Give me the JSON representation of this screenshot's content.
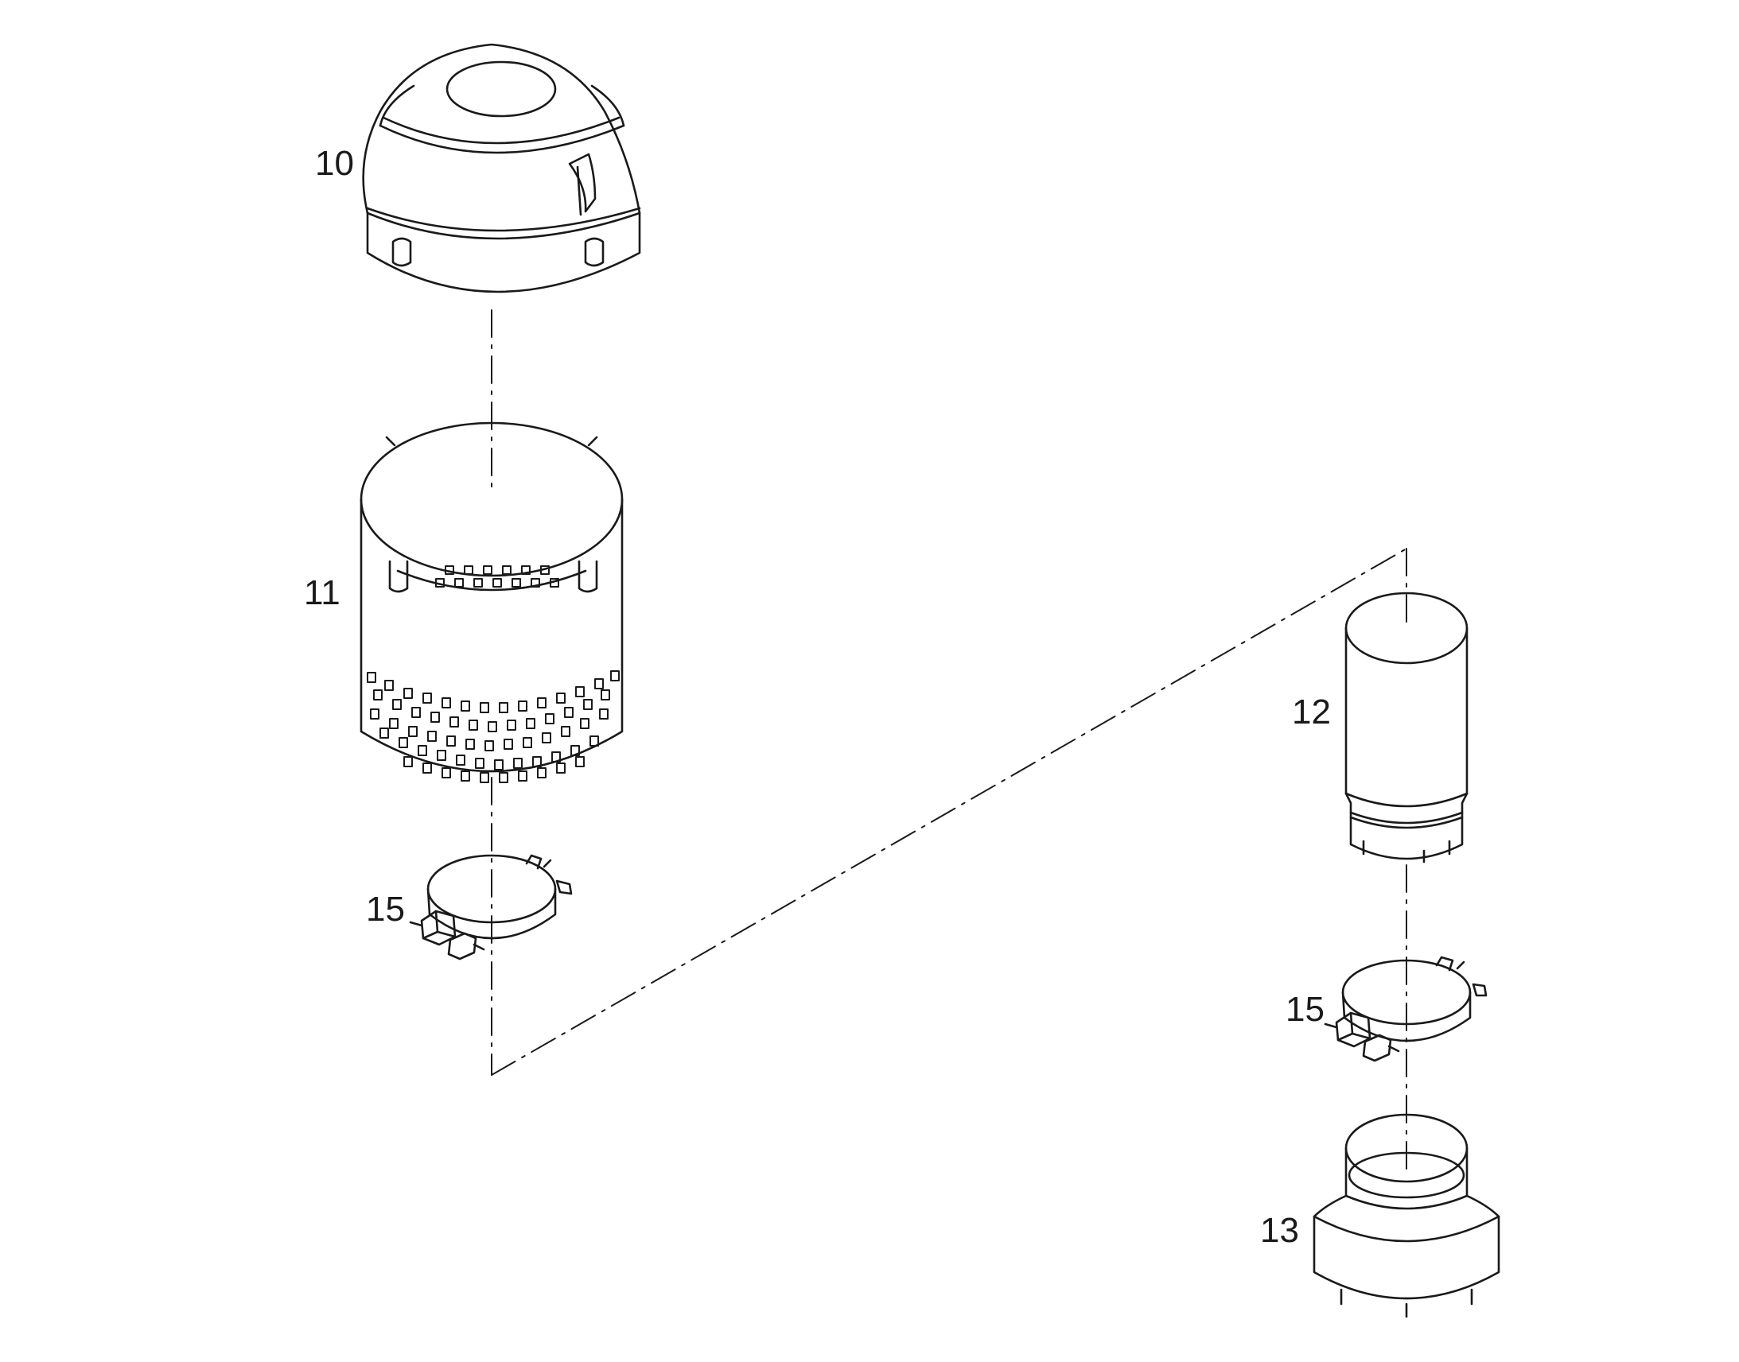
{
  "diagram": {
    "type": "exploded-parts-view",
    "line_color": "#1a1a1a",
    "background": "#ffffff",
    "callouts": {
      "cap": "10",
      "perforated_screen": "11",
      "tube": "12",
      "reducer": "13",
      "clamp_left": "15",
      "clamp_right": "15"
    }
  }
}
